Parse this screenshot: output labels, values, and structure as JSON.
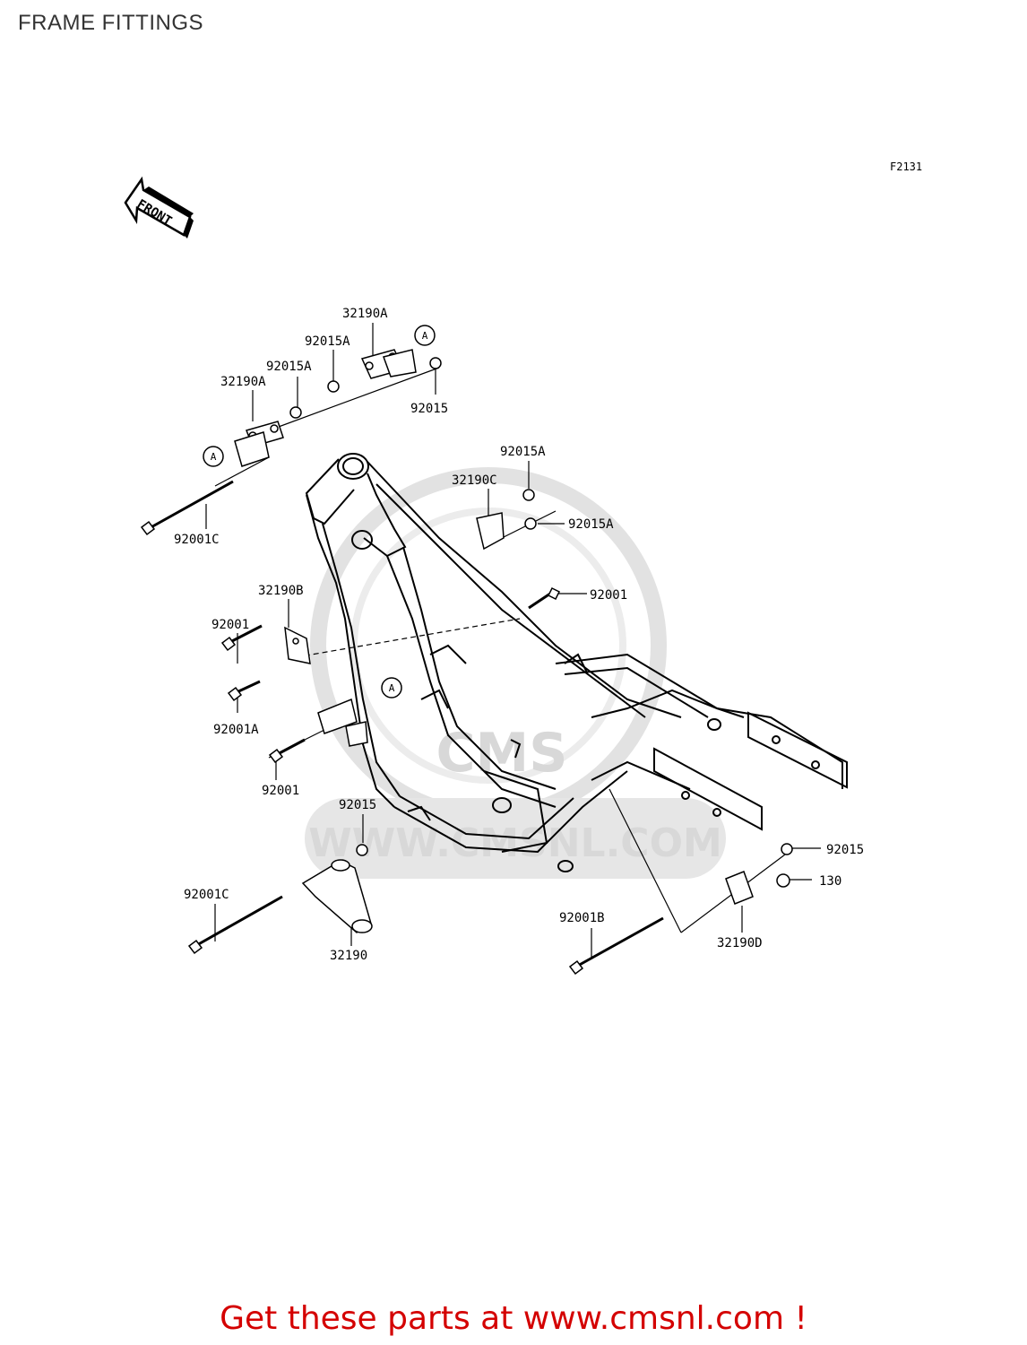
{
  "page": {
    "title": "FRAME FITTINGS",
    "ref_code": "F2131"
  },
  "front_indicator": {
    "label": "FRONT"
  },
  "callout_marker": "A",
  "watermark": {
    "text": "WWW.CMSNL.COM",
    "logo_text": "CMS"
  },
  "parts": [
    {
      "id": "p-32190a-top",
      "number": "32190A"
    },
    {
      "id": "p-92015a-top",
      "number": "92015A"
    },
    {
      "id": "p-92015a-mid",
      "number": "92015A"
    },
    {
      "id": "p-32190a-left",
      "number": "32190A"
    },
    {
      "id": "p-92015-top",
      "number": "92015"
    },
    {
      "id": "p-92001c-top",
      "number": "92001C"
    },
    {
      "id": "p-92015a-right-top",
      "number": "92015A"
    },
    {
      "id": "p-32190c",
      "number": "32190C"
    },
    {
      "id": "p-92015a-right",
      "number": "92015A"
    },
    {
      "id": "p-92001-right",
      "number": "92001"
    },
    {
      "id": "p-32190b",
      "number": "32190B"
    },
    {
      "id": "p-92001-left",
      "number": "92001"
    },
    {
      "id": "p-92001a",
      "number": "92001A"
    },
    {
      "id": "p-92001-lower",
      "number": "92001"
    },
    {
      "id": "p-92015-lower",
      "number": "92015"
    },
    {
      "id": "p-92001c-bottom",
      "number": "92001C"
    },
    {
      "id": "p-32190",
      "number": "32190"
    },
    {
      "id": "p-92015-bottom-right",
      "number": "92015"
    },
    {
      "id": "p-130",
      "number": "130"
    },
    {
      "id": "p-92001b",
      "number": "92001B"
    },
    {
      "id": "p-32190d",
      "number": "32190D"
    }
  ],
  "promo": {
    "text": "Get these parts at www.cmsnl.com !",
    "color": "#d40000"
  }
}
